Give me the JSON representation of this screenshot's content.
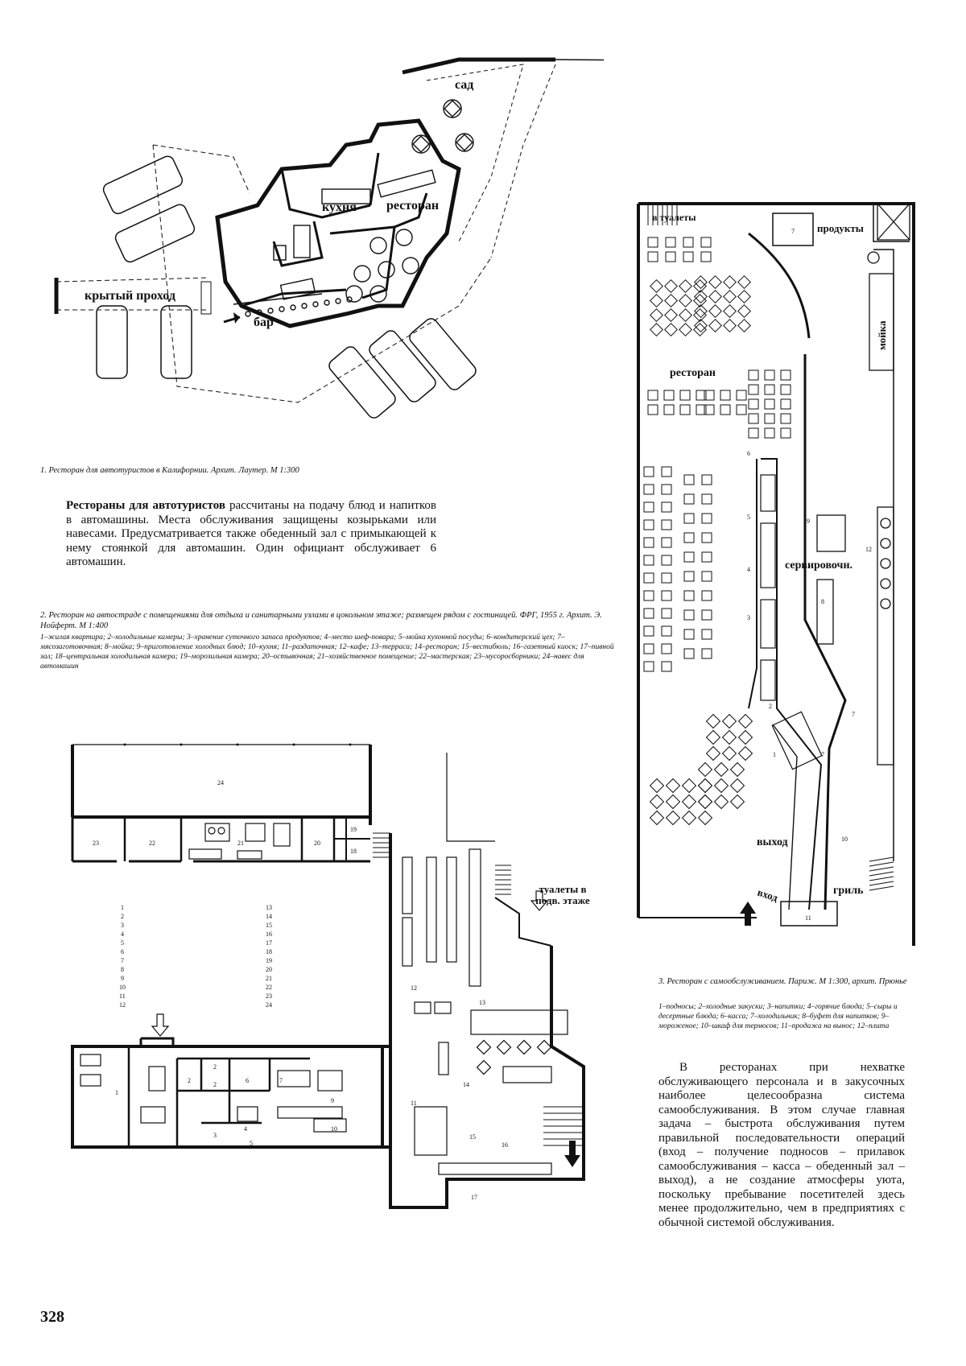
{
  "page_number": "328",
  "plan1": {
    "labels": {
      "garden": "сад",
      "kitchen": "кухня",
      "restaurant": "ресторан",
      "covered_passage": "крытый проход",
      "bar": "бар"
    },
    "caption": "1. Ресторан для автотуристов в Калифорнии. Архит. Лаутер. М 1:300"
  },
  "para1": {
    "lead": "Рестораны для автотуристов",
    "text": " рассчитаны на подачу блюд и напитков в автомашины. Места обслуживания защищены козырьками или навесами. Предусматривается также обеденный зал с примыкающей к нему стоянкой для автомашин. Один официант обслуживает 6 автомашин."
  },
  "plan2": {
    "caption": "2. Ресторан на автостраде с помещениями для отдыха и санитарными узлами в цокольном этаже; размещен рядом с гостиницей. ФРГ, 1955 г. Архит. Э. Нойферт. М 1:400",
    "legend": "1–жилая квартира; 2–холодильные камеры; 3–хранение суточного запаса продуктов; 4–место шеф-повара; 5–мойка кухонной посуды; 6–кондитерский цех; 7–мясозаготовочная; 8–мойка; 9–приготовление холодных блюд; 10–кухня; 11–раздаточная; 12–кафе; 13–терраса; 14–ресторан; 15–вестибюль; 16–газетный киоск; 17–пивной зал; 18–центральная холодильная камера; 19–морозильная камера; 20–остывочная; 21–хозяйственное помещение; 22–мастерская; 23–мусоросборники; 24–навес для автомашин",
    "toilets_label": "туалеты в подв. этаже",
    "col_left": [
      "1",
      "2",
      "3",
      "4",
      "5",
      "6",
      "7",
      "8",
      "9",
      "10",
      "11",
      "12"
    ],
    "col_right": [
      "13",
      "14",
      "15",
      "16",
      "17",
      "18",
      "19",
      "20",
      "21",
      "22",
      "23",
      "24"
    ],
    "rooms": {
      "r24": "24",
      "r23": "23",
      "r22": "22",
      "r21": "21",
      "r20": "20",
      "r19": "19",
      "r18": "18",
      "r1": "1",
      "r2a": "2",
      "r2b": "2",
      "r2c": "2",
      "r3": "3",
      "r4": "4",
      "r5": "5",
      "r6": "6",
      "r7": "7",
      "r9": "9",
      "r10": "10",
      "r11": "11",
      "r12": "12",
      "r13": "13",
      "r14": "14",
      "r15": "15",
      "r16": "16",
      "r17": "17"
    }
  },
  "plan3": {
    "labels": {
      "toilets": "в туалеты",
      "products": "продукты",
      "wash": "мойка",
      "restaurant": "ресторан",
      "serving": "сервировочн.",
      "exit": "выход",
      "entrance": "вход",
      "grill": "гриль"
    },
    "numbers": {
      "n1": "1",
      "n2": "2",
      "n3": "3",
      "n4": "4",
      "n5": "5",
      "n6": "6",
      "n7a": "7",
      "n7b": "7",
      "n7c": "7",
      "n8": "8",
      "n9": "9",
      "n10": "10",
      "n11": "11",
      "n12": "12"
    },
    "caption": "3. Ресторан с самообслуживанием. Париж. М 1:300, архит. Прюнье",
    "legend": "1–подносы; 2–холодные закуски; 3–напитки; 4–горячие блюда; 5–сыры и десертные блюда; 6–касса; 7–холодильник; 8–буфет для напитков; 9–мороженое; 10–шкаф для термосов; 11–продажа на вынос; 12–плита"
  },
  "para2": {
    "text": "В ресторанах при нехватке обслуживающего персонала и в закусочных наиболее целесообразна система самообслуживания. В этом случае главная задача – быстрота обслуживания путем правильной последовательности операций (вход – получение подносов – прилавок самообслуживания – касса – обеденный зал – выход), а не создание атмосферы уюта, поскольку пребывание посетителей здесь менее продолжительно, чем в предприятиях с обычной системой обслуживания."
  }
}
